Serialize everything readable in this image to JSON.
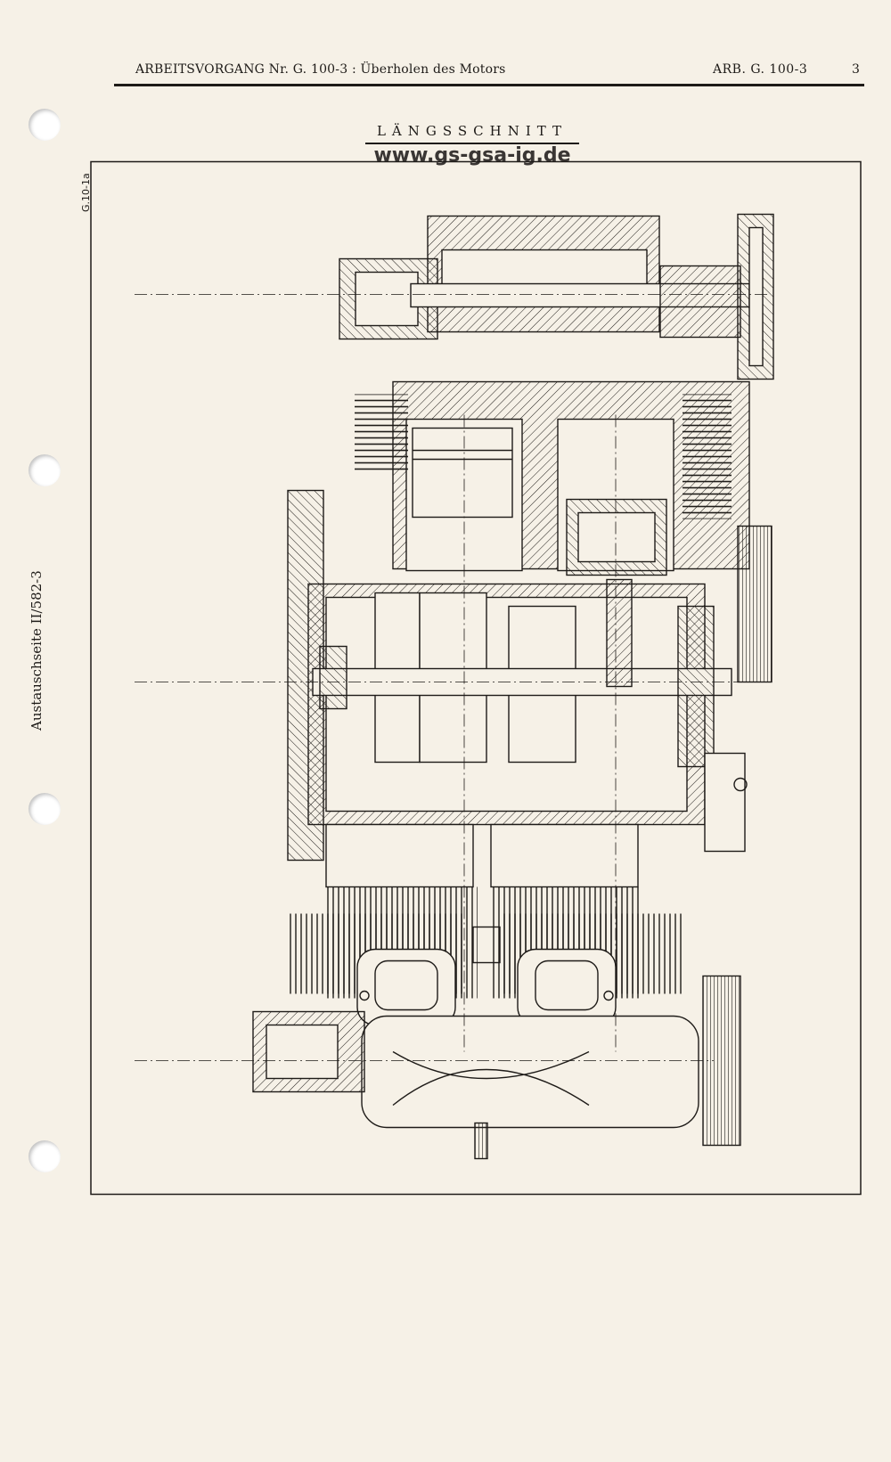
{
  "header": {
    "left_text": "ARBEITSVORGANG Nr. G. 100-3 : Überholen des Motors",
    "right_text": "ARB.  G. 100-3",
    "page_number": "3"
  },
  "section_title": "LÄNGSSCHNITT",
  "watermark": "www.gs-gsa-ig.de",
  "drawing_id": "G.10-1a",
  "side_note": "Austauschseite II/582-3",
  "colors": {
    "paper": "#f6f1e7",
    "ink": "#1e1b18"
  }
}
